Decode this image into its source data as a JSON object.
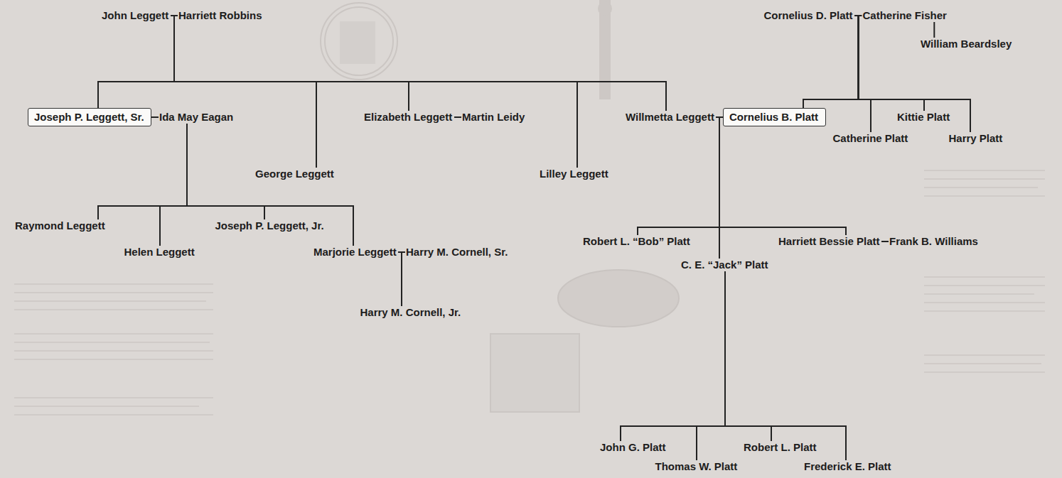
{
  "diagram": {
    "nodes": [
      {
        "text": [
          "John Leggett"
        ]
      },
      {
        "text": [
          "Harriett Robbins"
        ]
      },
      {
        "text": [
          "Cornelius D. Platt"
        ]
      },
      {
        "text": [
          "Catherine Fisher"
        ]
      },
      {
        "text": [
          "William Beardsley"
        ]
      },
      {
        "text": [
          "Joseph P. Leggett, Sr."
        ]
      },
      {
        "text": [
          "Ida May Eagan"
        ]
      },
      {
        "text": [
          "Elizabeth Leggett"
        ]
      },
      {
        "text": [
          "Martin Leidy"
        ]
      },
      {
        "text": [
          "Willmetta Leggett"
        ]
      },
      {
        "text": [
          "Cornelius B. Platt"
        ]
      },
      {
        "text": [
          "Kittie Platt"
        ]
      },
      {
        "text": [
          "Catherine Platt"
        ]
      },
      {
        "text": [
          "Harry Platt"
        ]
      },
      {
        "text": [
          "George Leggett"
        ]
      },
      {
        "text": [
          "Lilley Leggett"
        ]
      },
      {
        "text": [
          "Raymond Leggett"
        ]
      },
      {
        "text": [
          "Joseph P. Leggett, Jr."
        ]
      },
      {
        "text": [
          "Robert L. “Bob” Platt"
        ]
      },
      {
        "text": [
          "Harriett Bessie Platt"
        ]
      },
      {
        "text": [
          "Frank B. Williams"
        ]
      },
      {
        "text": [
          "Helen Leggett"
        ]
      },
      {
        "text": [
          "Marjorie Leggett"
        ]
      },
      {
        "text": [
          "Harry M. Cornell, Sr."
        ]
      },
      {
        "text": [
          "C. E. “Jack” Platt"
        ]
      },
      {
        "text": [
          "Harry M. Cornell, Jr."
        ]
      },
      {
        "text": [
          "John G. Platt"
        ]
      },
      {
        "text": [
          "Robert L. Platt"
        ]
      },
      {
        "text": [
          "Thomas W. Platt"
        ]
      },
      {
        "text": [
          "Frederick E. Platt"
        ]
      }
    ],
    "edges": [
      {
        "from": 0,
        "to": 1,
        "arrow": "none"
      },
      {
        "from": 2,
        "to": 3,
        "arrow": "none"
      },
      {
        "from": 3,
        "to": 4,
        "arrow": "none"
      },
      {
        "from": 0,
        "to": 5,
        "arrow": "none"
      },
      {
        "from": 0,
        "to": 14,
        "arrow": "none"
      },
      {
        "from": 0,
        "to": 7,
        "arrow": "none"
      },
      {
        "from": 0,
        "to": 15,
        "arrow": "none"
      },
      {
        "from": 0,
        "to": 9,
        "arrow": "none"
      },
      {
        "from": 2,
        "to": 10,
        "arrow": "none"
      },
      {
        "from": 2,
        "to": 12,
        "arrow": "none"
      },
      {
        "from": 2,
        "to": 11,
        "arrow": "none"
      },
      {
        "from": 2,
        "to": 13,
        "arrow": "none"
      },
      {
        "from": 5,
        "to": 6,
        "arrow": "none"
      },
      {
        "from": 7,
        "to": 8,
        "arrow": "none"
      },
      {
        "from": 9,
        "to": 10,
        "arrow": "none"
      },
      {
        "from": 6,
        "to": 16,
        "arrow": "none"
      },
      {
        "from": 6,
        "to": 21,
        "arrow": "none"
      },
      {
        "from": 6,
        "to": 17,
        "arrow": "none"
      },
      {
        "from": 6,
        "to": 22,
        "arrow": "none"
      },
      {
        "from": 9,
        "to": 18,
        "arrow": "none"
      },
      {
        "from": 9,
        "to": 24,
        "arrow": "none"
      },
      {
        "from": 9,
        "to": 19,
        "arrow": "none"
      },
      {
        "from": 19,
        "to": 20,
        "arrow": "none"
      },
      {
        "from": 22,
        "to": 23,
        "arrow": "none"
      },
      {
        "from": 22,
        "to": 25,
        "arrow": "none"
      },
      {
        "from": 24,
        "to": 26,
        "arrow": "none"
      },
      {
        "from": 24,
        "to": 28,
        "arrow": "none"
      },
      {
        "from": 24,
        "to": 27,
        "arrow": "none"
      },
      {
        "from": 24,
        "to": 29,
        "arrow": "none"
      }
    ]
  }
}
